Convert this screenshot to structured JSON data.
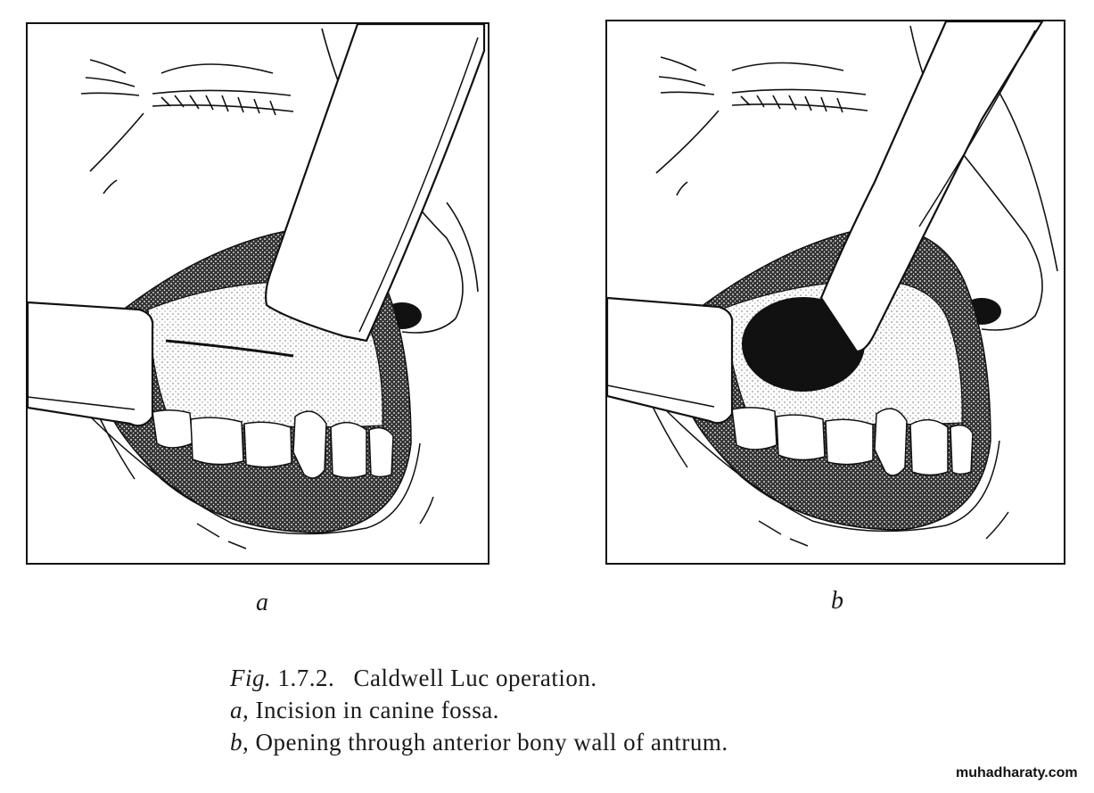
{
  "panels": [
    {
      "id": "a",
      "label": "a"
    },
    {
      "id": "b",
      "label": "b"
    }
  ],
  "caption": {
    "fig_prefix": "Fig.",
    "fig_number": "1.7.2.",
    "fig_title": "Caldwell  Luc operation.",
    "items": [
      {
        "letter": "a,",
        "text": "Incision in canine fossa."
      },
      {
        "letter": "b,",
        "text": "Opening through anterior bony wall of antrum."
      }
    ]
  },
  "watermark": "muhadharaty.com"
}
